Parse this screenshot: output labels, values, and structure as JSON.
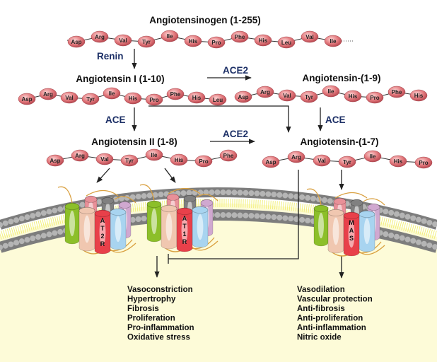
{
  "peptides": {
    "angiotensinogen": {
      "label": "Angiotensinogen (1-255)",
      "residues": [
        "Asp",
        "Arg",
        "Val",
        "Tyr",
        "Ile",
        "His",
        "Pro",
        "Phe",
        "His",
        "Leu",
        "Val",
        "Ile"
      ]
    },
    "ang1": {
      "label": "Angiotensin I (1-10)",
      "residues": [
        "Asp",
        "Arg",
        "Val",
        "Tyr",
        "Ile",
        "His",
        "Pro",
        "Phe",
        "His",
        "Leu"
      ]
    },
    "ang19": {
      "label": "Angiotensin-(1-9)",
      "residues": [
        "Asp",
        "Arg",
        "Val",
        "Tyr",
        "Ile",
        "His",
        "Pro",
        "Phe",
        "His"
      ]
    },
    "ang2": {
      "label": "Angiotensin II (1-8)",
      "residues": [
        "Asp",
        "Arg",
        "Val",
        "Tyr",
        "Ile",
        "His",
        "Pro",
        "Phe"
      ]
    },
    "ang17": {
      "label": "Angiotensin-(1-7)",
      "residues": [
        "Asp",
        "Arg",
        "Val",
        "Tyr",
        "Ile",
        "His",
        "Pro"
      ]
    }
  },
  "enzymes": {
    "renin": "Renin",
    "ace2_top": "ACE2",
    "ace_left": "ACE",
    "ace_right": "ACE",
    "ace2_mid": "ACE2"
  },
  "receptors": {
    "at2r": "AT2R",
    "at1r": "AT1R",
    "mas": "MAS",
    "helix_colors": [
      "#8cbf2a",
      "#f0c7b0",
      "#e8404a",
      "#a8d4f0",
      "#d0a8d0",
      "#e89098",
      "#808080"
    ]
  },
  "effects": {
    "at1r": [
      "Vasoconstriction",
      "Hypertrophy",
      "Fibrosis",
      "Proliferation",
      "Pro-inflammation",
      "Oxidative stress"
    ],
    "mas": [
      "Vasodilation",
      "Vascular protection",
      "Anti-fibrosis",
      "Anti-proliferation",
      "Anti-inflammation",
      "Nitric oxide"
    ]
  },
  "colors": {
    "bead": "#e2787c",
    "enzyme_text": "#1c2f66",
    "cytoplasm": "#fdfbd8",
    "membrane_head": "#8a8a8a",
    "membrane_tail": "#f2f07a"
  }
}
